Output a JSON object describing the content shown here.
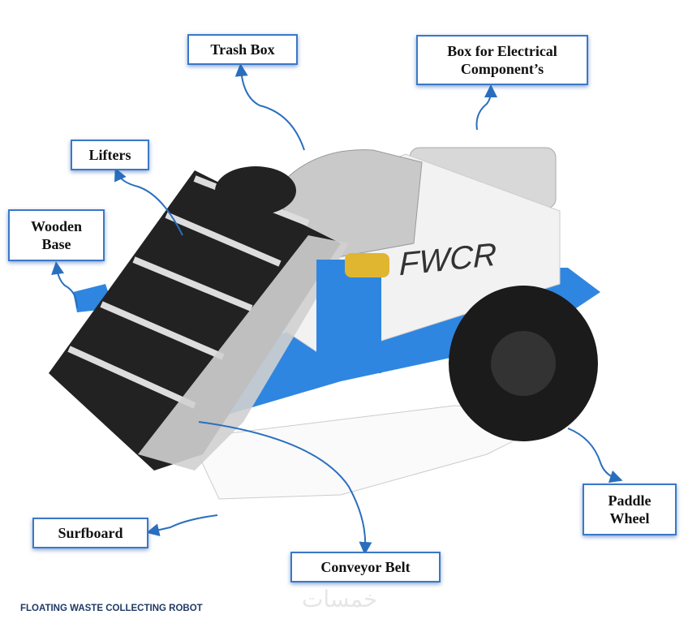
{
  "labels": {
    "trash_box": "Trash Box",
    "electrical_box_line1": "Box for Electrical",
    "electrical_box_line2": "Component’s",
    "lifters": "Lifters",
    "wooden_base_line1": "Wooden",
    "wooden_base_line2": "Base",
    "surfboard": "Surfboard",
    "conveyor_belt": "Conveyor Belt",
    "paddle_wheel_line1": "Paddle",
    "paddle_wheel_line2": "Wheel"
  },
  "robot_logo": "FWCR",
  "caption": "FLOATING WASTE COLLECTING ROBOT",
  "watermark": "خمسات",
  "colors": {
    "accent_blue": "#2f86e0",
    "label_border": "#3a78c8",
    "caption": "#1f3a66"
  }
}
